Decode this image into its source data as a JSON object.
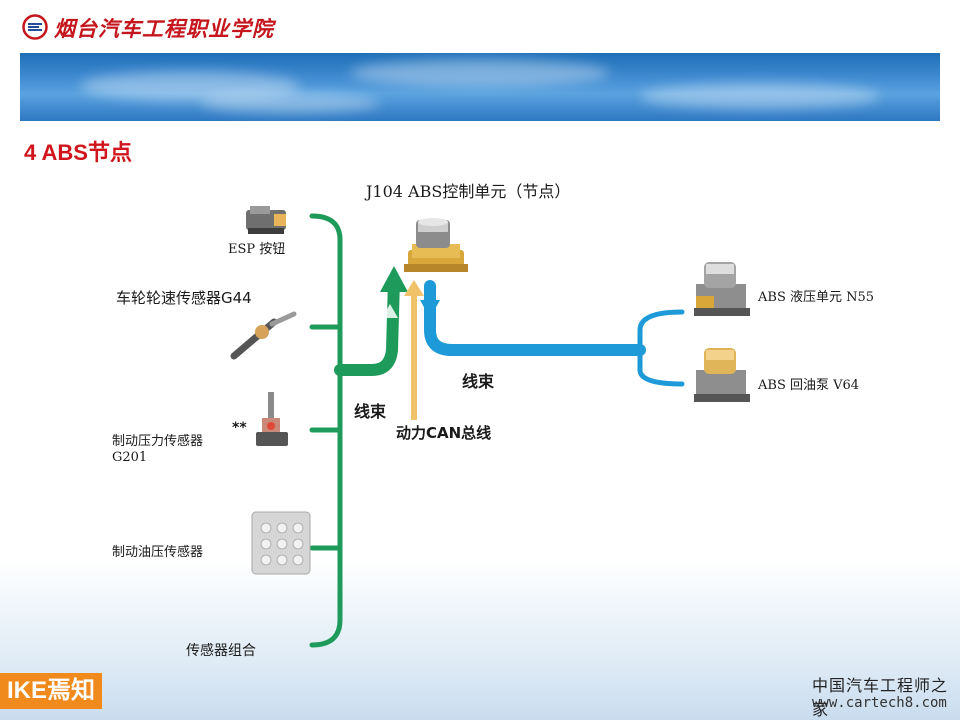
{
  "header": {
    "school_name": "烟台汽车工程职业学院"
  },
  "slide": {
    "title": "4 ABS节点"
  },
  "diagram": {
    "control_unit": "J104 ABS控制单元（节点）",
    "left_nodes": [
      {
        "label": "ESP 按钮",
        "icon": "esp-button-connector-icon"
      },
      {
        "label": "车轮轮速传感器G44",
        "icon": "wheel-speed-sensor-icon"
      },
      {
        "label_line1": "制动压力传感器",
        "label_line2": "G201",
        "marker": "**",
        "icon": "brake-pressure-sensor-icon"
      },
      {
        "label": "制动油压传感器",
        "icon": "brake-oil-pressure-sensor-icon"
      },
      {
        "label": "传感器组合"
      }
    ],
    "right_nodes": [
      {
        "label": "ABS 液压单元 N55",
        "icon": "hydraulic-unit-icon"
      },
      {
        "label": "ABS 回油泵 V64",
        "icon": "return-pump-icon"
      }
    ],
    "wire_harness_left": "线束",
    "wire_harness_right": "线束",
    "can_bus": "动力CAN总线",
    "colors": {
      "wire_green": "#1e9a5a",
      "wire_blue": "#1e9ad8",
      "can_yellow": "#f0c36a"
    }
  },
  "footer": {
    "brand": "IKE焉知",
    "watermark_cn": "中国汽车工程师之家",
    "watermark_url": "www.cartech8.com"
  }
}
